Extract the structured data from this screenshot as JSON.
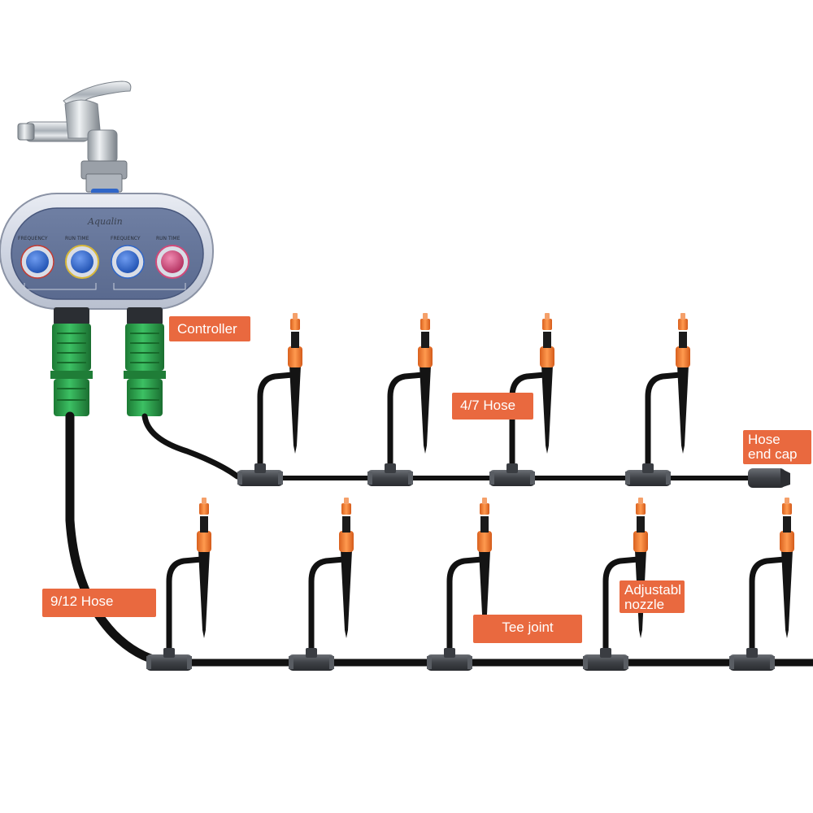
{
  "labels": {
    "controller": "Controller",
    "hose_47": "4/7 Hose",
    "hose_end_cap": [
      "Hose",
      "end cap"
    ],
    "hose_912": "9/12 Hose",
    "tee_joint": "Tee joint",
    "adjustable_nozzle": [
      "Adjustabl",
      "nozzle"
    ]
  },
  "controller": {
    "brand": "Aqualin",
    "dial_captions": [
      "FREQUENCY",
      "RUN TIME",
      "FREQUENCY",
      "RUN TIME"
    ],
    "dial_colors": [
      "#2f66c8",
      "#d8b83a",
      "#2f66c8",
      "#d14a7a"
    ],
    "outlets": 2
  },
  "lines": {
    "upper_line": {
      "hose": "4/7 Hose",
      "nozzle_count": 4,
      "ends_with": "Hose end cap"
    },
    "lower_line": {
      "hose": "9/12 Hose",
      "nozzle_count": 5,
      "ends_with": "open"
    }
  },
  "colors": {
    "label_bg": "#e9693f",
    "label_text": "#ffffff",
    "hose": "#111111",
    "nozzle_orange": "#f07a2e",
    "connector_green": "#27a248",
    "fitting_gray": "#4a4d52"
  }
}
